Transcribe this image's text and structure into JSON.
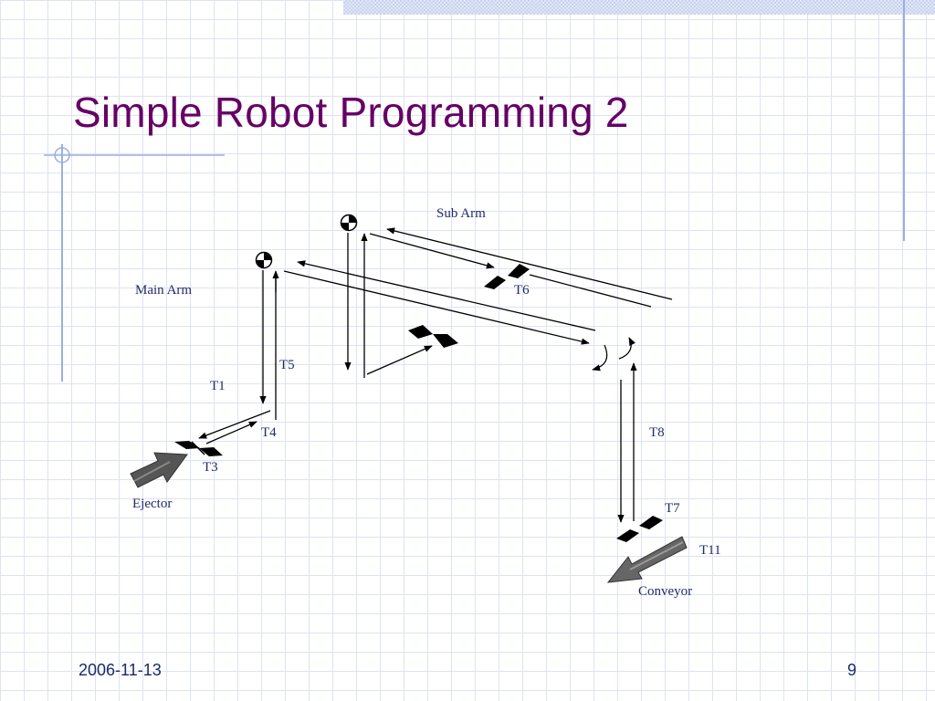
{
  "slide": {
    "title": "Simple Robot Programming 2",
    "footer_date": "2006-11-13",
    "page_number": "9"
  },
  "diagram": {
    "labels": {
      "sub_arm": "Sub Arm",
      "main_arm": "Main Arm",
      "t1": "T1",
      "t3": "T3",
      "t4": "T4",
      "t5": "T5",
      "t6": "T6",
      "t7": "T7",
      "t8": "T8",
      "t11": "T11",
      "ejector": "Ejector",
      "conveyor": "Conveyor"
    }
  }
}
